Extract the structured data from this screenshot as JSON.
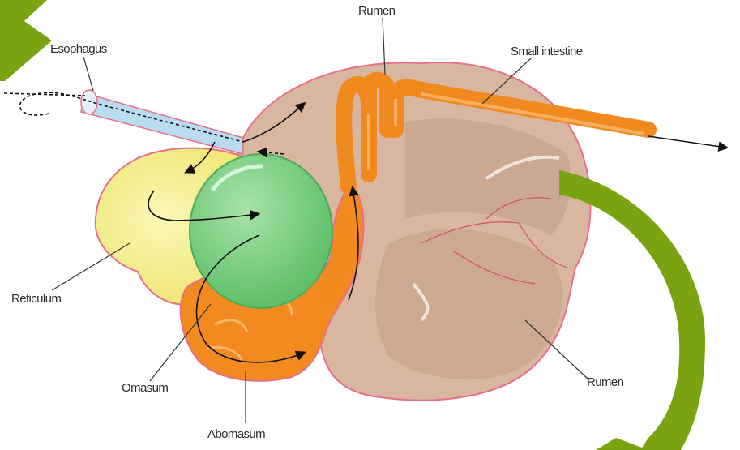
{
  "labels": {
    "esophagus": "Esophagus",
    "rumen_top": "Rumen",
    "small_intestine": "Small intestine",
    "reticulum": "Reticulum",
    "omasum": "Omasum",
    "abomasum": "Abomasum",
    "rumen_bottom": "Rumen"
  },
  "colors": {
    "rumen": "#d6b49c",
    "rumen_shadow": "#b89078",
    "reticulum": "#f6f08a",
    "omasum": "#7fcf86",
    "abomasum": "#f08a1e",
    "intestine": "#f48c1a",
    "esophagus": "#b9dcef",
    "outline": "#e8587a",
    "arrow_green": "#7aa312"
  }
}
